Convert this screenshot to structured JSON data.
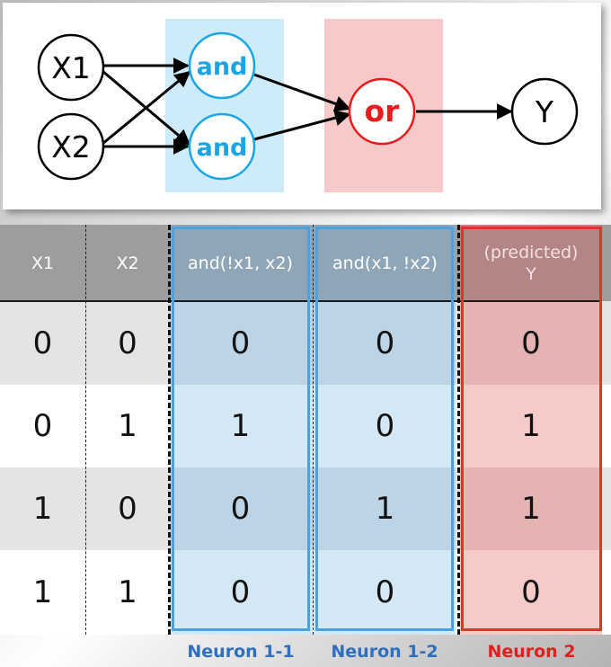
{
  "diagram": {
    "inputs": [
      "X1",
      "X2"
    ],
    "hidden": [
      "and",
      "and"
    ],
    "output_gate": "or",
    "output": "Y",
    "colors": {
      "and_gate": "#1aa6e6",
      "or_gate": "#e81c1c",
      "hidden_highlight": "#cdebf8",
      "output_highlight": "#f9c8c8"
    }
  },
  "table": {
    "headers": [
      "X1",
      "X2",
      "and(!x1, x2)",
      "and(x1, !x2)",
      "(predicted)\nY"
    ],
    "rows": [
      [
        "0",
        "0",
        "0",
        "0",
        "0"
      ],
      [
        "0",
        "1",
        "1",
        "0",
        "1"
      ],
      [
        "1",
        "0",
        "0",
        "1",
        "1"
      ],
      [
        "1",
        "1",
        "0",
        "0",
        "0"
      ]
    ]
  },
  "labels": {
    "neuron_1_1": "Neuron 1-1",
    "neuron_1_2": "Neuron 1-2",
    "neuron_2": "Neuron 2"
  }
}
